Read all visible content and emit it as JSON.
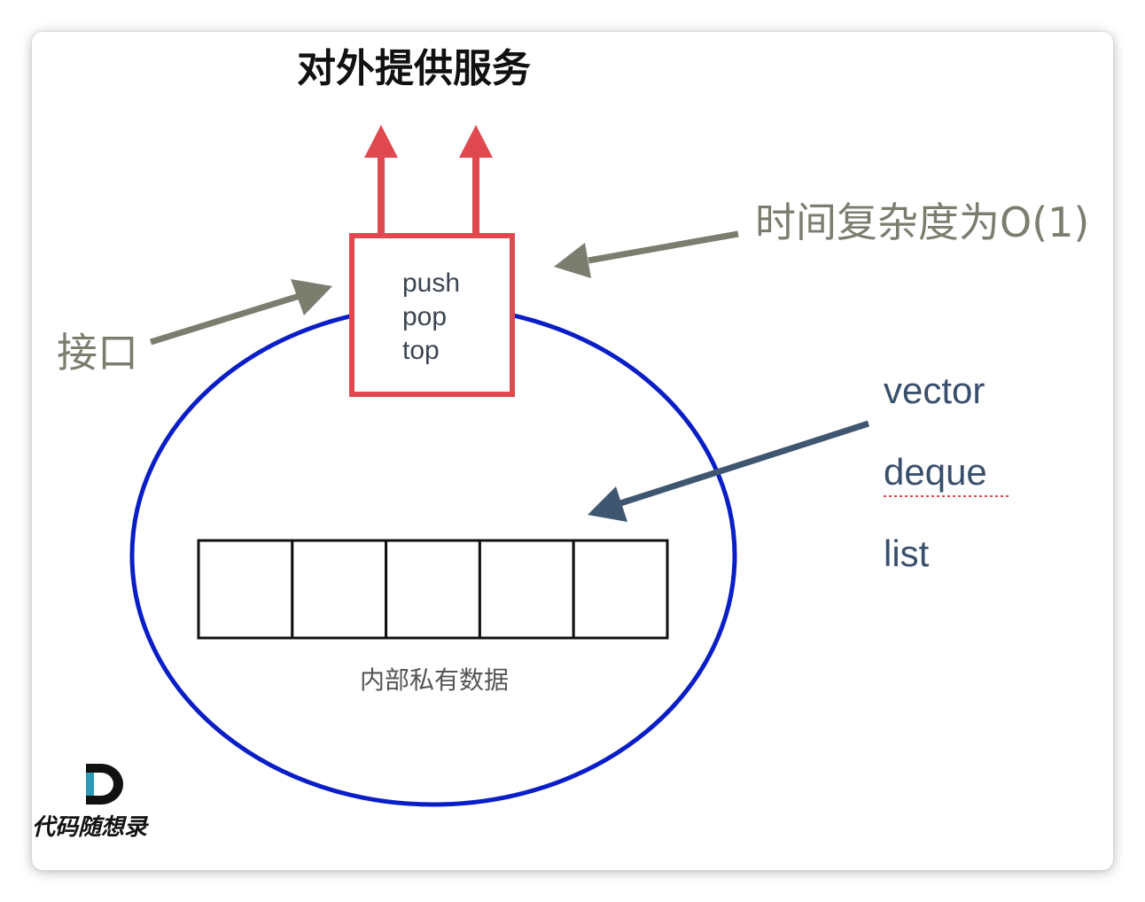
{
  "diagram": {
    "title": "对外提供服务",
    "complexity_label": "时间复杂度为O(1)",
    "interface_label": "接口",
    "interface_ops": [
      "push",
      "pop",
      "top"
    ],
    "containers": [
      "vector",
      "deque",
      "list"
    ],
    "private_data_label": "内部私有数据",
    "array_cell_count": 5,
    "colors": {
      "interface_box": "#e0484f",
      "ellipse": "#0a1ec8",
      "gray_arrow": "#7b7d6e",
      "blue_arrow": "#3f5670"
    }
  },
  "logo": {
    "mark": "D",
    "text": "代码随想录"
  }
}
